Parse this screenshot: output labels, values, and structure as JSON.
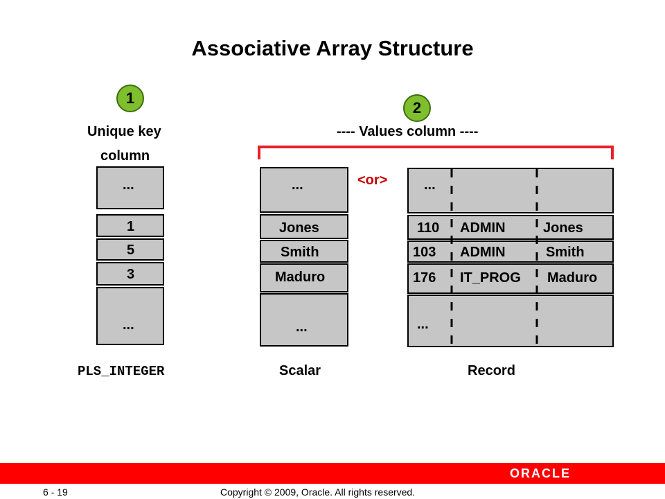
{
  "title": "Associative Array Structure",
  "badges": {
    "one": "1",
    "two": "2"
  },
  "labels": {
    "unique_key_line1": "Unique key",
    "unique_key_line2": "column",
    "values_column": "---- Values column ----",
    "or": "<or>"
  },
  "key_column": {
    "top": "...",
    "rows": [
      "1",
      "5",
      "3"
    ],
    "bottom": "...",
    "type_label": "PLS_INTEGER"
  },
  "scalar_column": {
    "top": "...",
    "rows": [
      "Jones",
      "Smith",
      "Maduro"
    ],
    "bottom": "...",
    "type_label": "Scalar"
  },
  "record_column": {
    "top": "...",
    "rows": [
      {
        "id": "110",
        "job": "ADMIN",
        "name": "Jones"
      },
      {
        "id": "103",
        "job": "ADMIN",
        "name": "Smith"
      },
      {
        "id": "176",
        "job": "IT_PROG",
        "name": "Maduro"
      }
    ],
    "bottom": "...",
    "type_label": "Record"
  },
  "footer": {
    "page": "6 - 19",
    "copyright": "Copyright © 2009, Oracle. All rights reserved.",
    "logo": "ORACLE"
  },
  "colors": {
    "badge": "#7fbf2e",
    "cell": "#c6c6c6",
    "bracket": "#e8212a",
    "footer_bar": "#ff0000"
  }
}
